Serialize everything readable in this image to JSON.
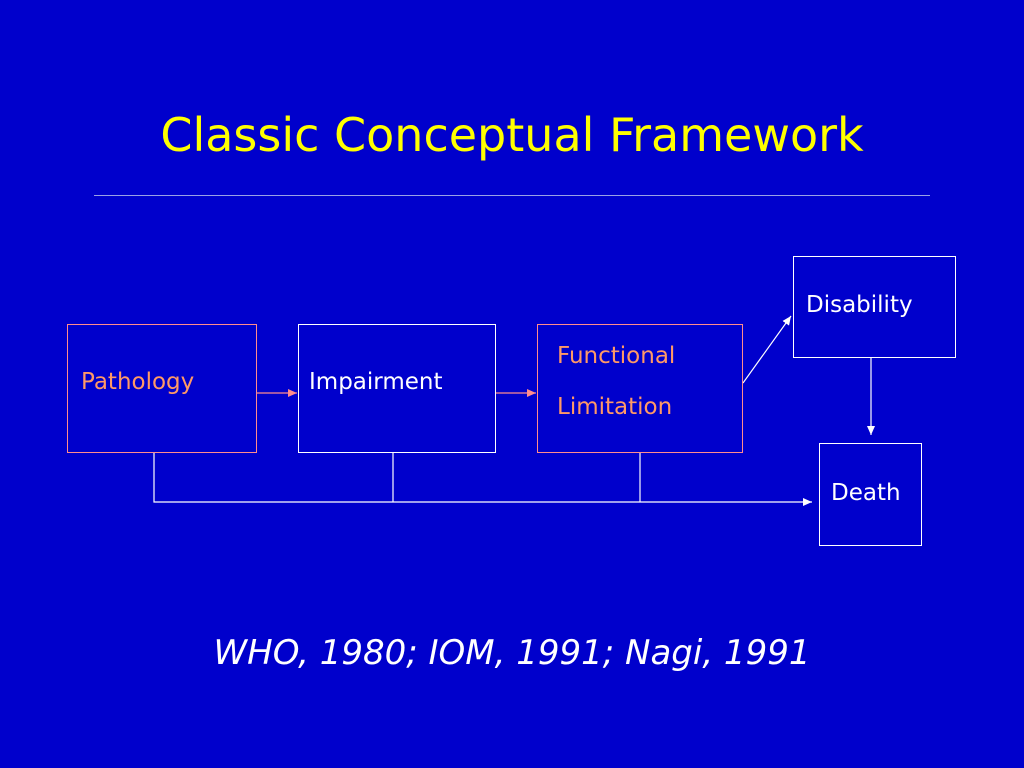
{
  "slide": {
    "title": "Classic Conceptual Framework",
    "citation": "WHO, 1980; IOM, 1991; Nagi, 1991"
  },
  "diagram": {
    "nodes": {
      "pathology": "Pathology",
      "impairment": "Impairment",
      "functional_limitation": [
        "Functional",
        "Limitation"
      ],
      "disability": "Disability",
      "death": "Death"
    }
  },
  "colors": {
    "background": "#0000cc",
    "title": "#ffff00",
    "box_border": "#ffffff",
    "accent_border": "#ff8c8c",
    "accent_text": "#ff9966",
    "text": "#ffffff"
  }
}
